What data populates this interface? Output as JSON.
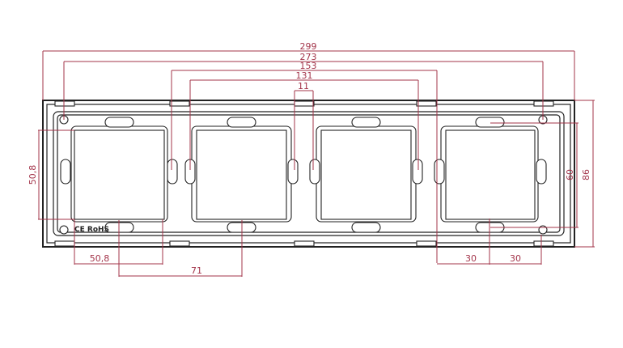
{
  "drawing": {
    "subject": "4-gang wall switch mounting frame",
    "markings": "CE RoHS",
    "line_color": "#222222",
    "dimension_color": "#a3344a",
    "dimensions": {
      "overall_width": "299",
      "hole_span_width": "273",
      "outer_module_span": "153",
      "inner_module_span": "131",
      "gap": "11",
      "module_height_left": "50,8",
      "module_width_bottom": "50,8",
      "module_pitch": "71",
      "half_pitch_a": "30",
      "half_pitch_b": "30",
      "hole_height": "60",
      "overall_height": "86"
    }
  }
}
